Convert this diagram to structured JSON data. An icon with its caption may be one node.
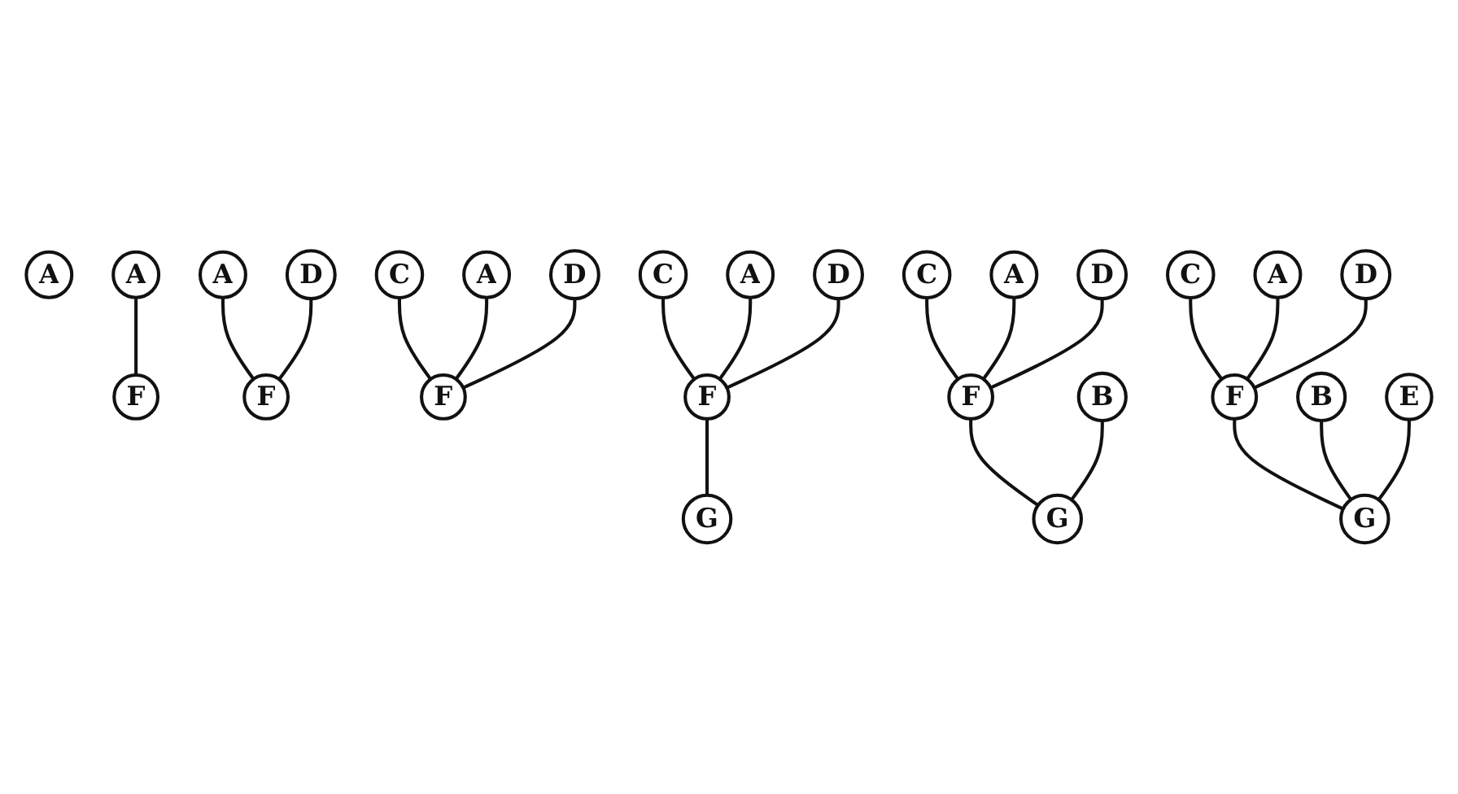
{
  "diagram": {
    "nodes": [
      {
        "text": [
          "A"
        ]
      },
      {
        "text": [
          "A"
        ]
      },
      {
        "text": [
          "F"
        ]
      },
      {
        "text": [
          "A"
        ]
      },
      {
        "text": [
          "D"
        ]
      },
      {
        "text": [
          "F"
        ]
      },
      {
        "text": [
          "A"
        ]
      },
      {
        "text": [
          "C"
        ]
      },
      {
        "text": [
          "D"
        ]
      },
      {
        "text": [
          "F"
        ]
      },
      {
        "text": [
          "A"
        ]
      },
      {
        "text": [
          "C"
        ]
      },
      {
        "text": [
          "D"
        ]
      },
      {
        "text": [
          "F"
        ]
      },
      {
        "text": [
          "G"
        ]
      },
      {
        "text": [
          "A"
        ]
      },
      {
        "text": [
          "B"
        ]
      },
      {
        "text": [
          "C"
        ]
      },
      {
        "text": [
          "D"
        ]
      },
      {
        "text": [
          "F"
        ]
      },
      {
        "text": [
          "G"
        ]
      },
      {
        "text": [
          "A"
        ]
      },
      {
        "text": [
          "B"
        ]
      },
      {
        "text": [
          "C"
        ]
      },
      {
        "text": [
          "D"
        ]
      },
      {
        "text": [
          "E"
        ]
      },
      {
        "text": [
          "F"
        ]
      },
      {
        "text": [
          "G"
        ]
      }
    ],
    "edges": [
      {
        "from": 1,
        "to": 2,
        "arrow": "none"
      },
      {
        "from": 3,
        "to": 5,
        "arrow": "none"
      },
      {
        "from": 4,
        "to": 5,
        "arrow": "none"
      },
      {
        "from": 7,
        "to": 9,
        "arrow": "none"
      },
      {
        "from": 6,
        "to": 9,
        "arrow": "none"
      },
      {
        "from": 8,
        "to": 9,
        "arrow": "none"
      },
      {
        "from": 11,
        "to": 13,
        "arrow": "none"
      },
      {
        "from": 10,
        "to": 13,
        "arrow": "none"
      },
      {
        "from": 12,
        "to": 13,
        "arrow": "none"
      },
      {
        "from": 13,
        "to": 14,
        "arrow": "none"
      },
      {
        "from": 17,
        "to": 19,
        "arrow": "none"
      },
      {
        "from": 15,
        "to": 19,
        "arrow": "none"
      },
      {
        "from": 18,
        "to": 19,
        "arrow": "none"
      },
      {
        "from": 19,
        "to": 20,
        "arrow": "none"
      },
      {
        "from": 16,
        "to": 20,
        "arrow": "none"
      },
      {
        "from": 23,
        "to": 26,
        "arrow": "none"
      },
      {
        "from": 21,
        "to": 26,
        "arrow": "none"
      },
      {
        "from": 24,
        "to": 26,
        "arrow": "none"
      },
      {
        "from": 26,
        "to": 27,
        "arrow": "none"
      },
      {
        "from": 22,
        "to": 27,
        "arrow": "none"
      },
      {
        "from": 25,
        "to": 27,
        "arrow": "none"
      }
    ]
  }
}
